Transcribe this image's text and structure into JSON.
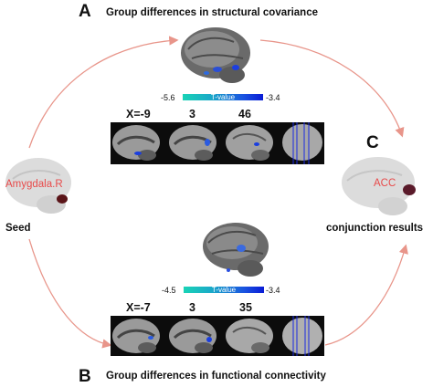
{
  "panel_a": {
    "letter": "A",
    "title": "Group differences in structural covariance",
    "colorbar": {
      "min": "-5.6",
      "max": "-3.4",
      "label": "T-value"
    },
    "coords": [
      "X=-9",
      "3",
      "46"
    ]
  },
  "panel_b": {
    "letter": "B",
    "title": "Group differences in functional connectivity",
    "colorbar": {
      "min": "-4.5",
      "max": "-3.4",
      "label": "T-value"
    },
    "coords": [
      "X=-7",
      "3",
      "35"
    ]
  },
  "panel_c": {
    "letter": "C",
    "roi_label": "ACC",
    "caption": "conjunction results"
  },
  "seed": {
    "roi_label": "Amygdala.R",
    "caption": "Seed"
  },
  "colors": {
    "arrow": "#e8958a",
    "roi_text": "#e84a4a",
    "colormap_low": "#19d3b6",
    "colormap_high": "#0a1cd6"
  }
}
